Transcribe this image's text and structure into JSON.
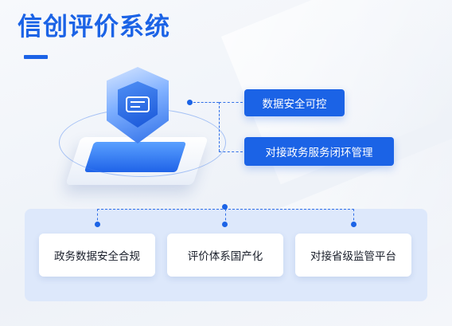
{
  "header": {
    "title": "信创评价系统"
  },
  "features": [
    {
      "label": "数据安全可控"
    },
    {
      "label": "对接政务服务闭环管理"
    }
  ],
  "bottom_cards": [
    {
      "label": "政务数据安全合规"
    },
    {
      "label": "评价体系国产化"
    },
    {
      "label": "对接省级监管平台"
    }
  ],
  "colors": {
    "accent": "#1b63e6",
    "panel": "#dde8fb"
  },
  "icons": {
    "illustration": "shield-document-icon"
  }
}
